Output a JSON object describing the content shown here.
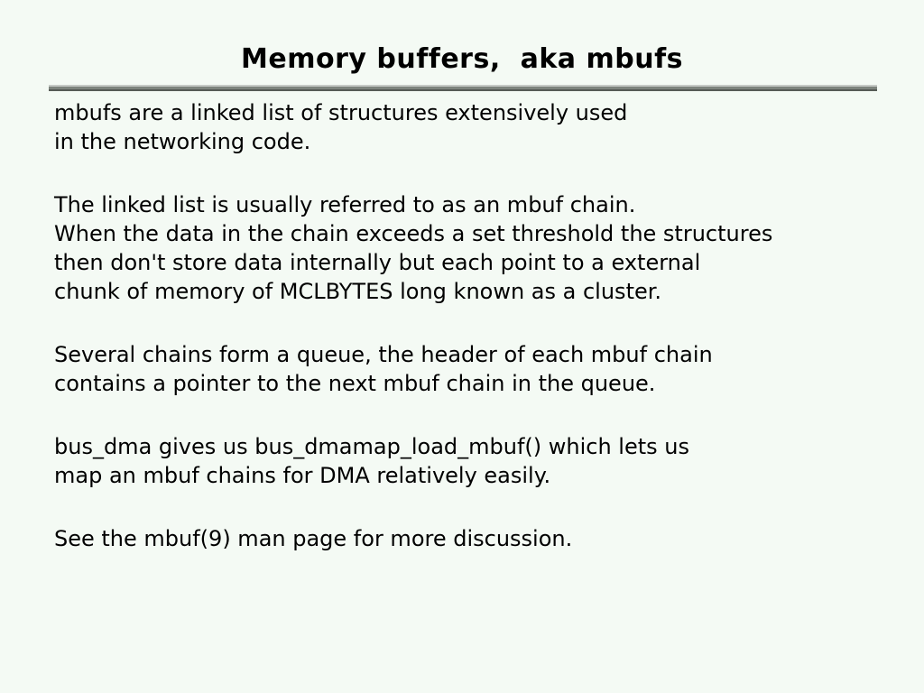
{
  "slide": {
    "title": "Memory buffers,  aka mbufs",
    "paragraphs": [
      {
        "lines": [
          "mbufs are a linked list of structures extensively used",
          "in the networking code."
        ]
      },
      {
        "lines": [
          "The linked list is usually referred to as an mbuf chain.",
          "When the data in the chain exceeds a set threshold the structures",
          "then don't store data internally but each point to a external",
          "chunk of memory of MCLBYTES long known as a cluster."
        ]
      },
      {
        "lines": [
          "Several chains form a queue, the header of each mbuf chain",
          "contains a pointer to the next mbuf chain in the queue."
        ]
      },
      {
        "lines": [
          "bus_dma gives us bus_dmamap_load_mbuf() which lets us",
          "map an mbuf chains for DMA relatively easily."
        ]
      },
      {
        "lines": [
          "See the mbuf(9) man page for more discussion."
        ]
      }
    ],
    "colors": {
      "background": "#f4faf4",
      "text": "#000000",
      "rule_light": "#c6cac6",
      "rule_mid": "#7d847d",
      "rule_dark": "#565b56"
    }
  }
}
